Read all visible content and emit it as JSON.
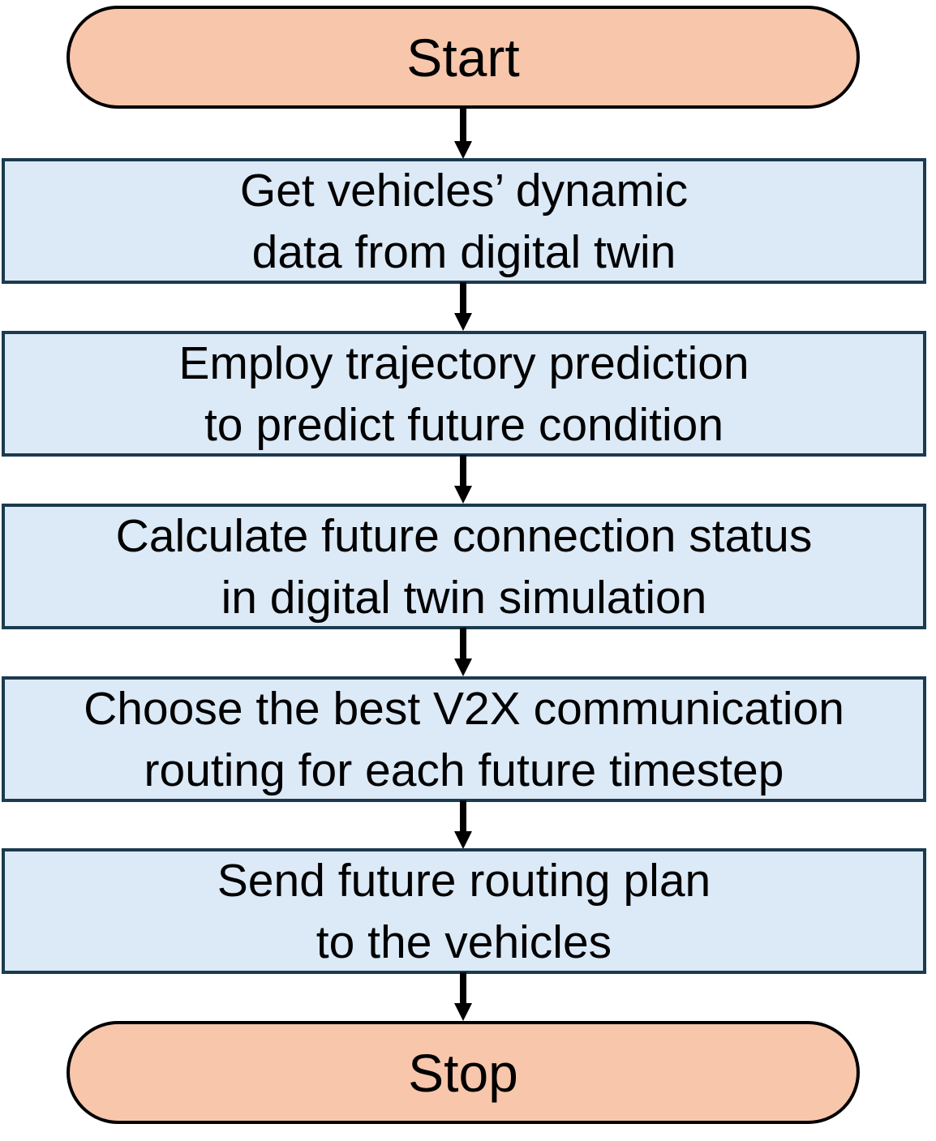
{
  "colors": {
    "terminal_fill": "#f7c6ab",
    "step_fill": "#dce9f6",
    "step_border": "#1b3b4f",
    "arrow": "#000000"
  },
  "start": {
    "label": "Start"
  },
  "steps": [
    {
      "line1": "Get vehicles’ dynamic",
      "line2": "data from digital twin"
    },
    {
      "line1": "Employ trajectory prediction",
      "line2": "to predict future condition"
    },
    {
      "line1": "Calculate future connection status",
      "line2": "in digital twin simulation"
    },
    {
      "line1": "Choose the best V2X communication",
      "line2": "routing for each future timestep"
    },
    {
      "line1": "Send future routing plan",
      "line2": "to the vehicles"
    }
  ],
  "stop": {
    "label": "Stop"
  }
}
